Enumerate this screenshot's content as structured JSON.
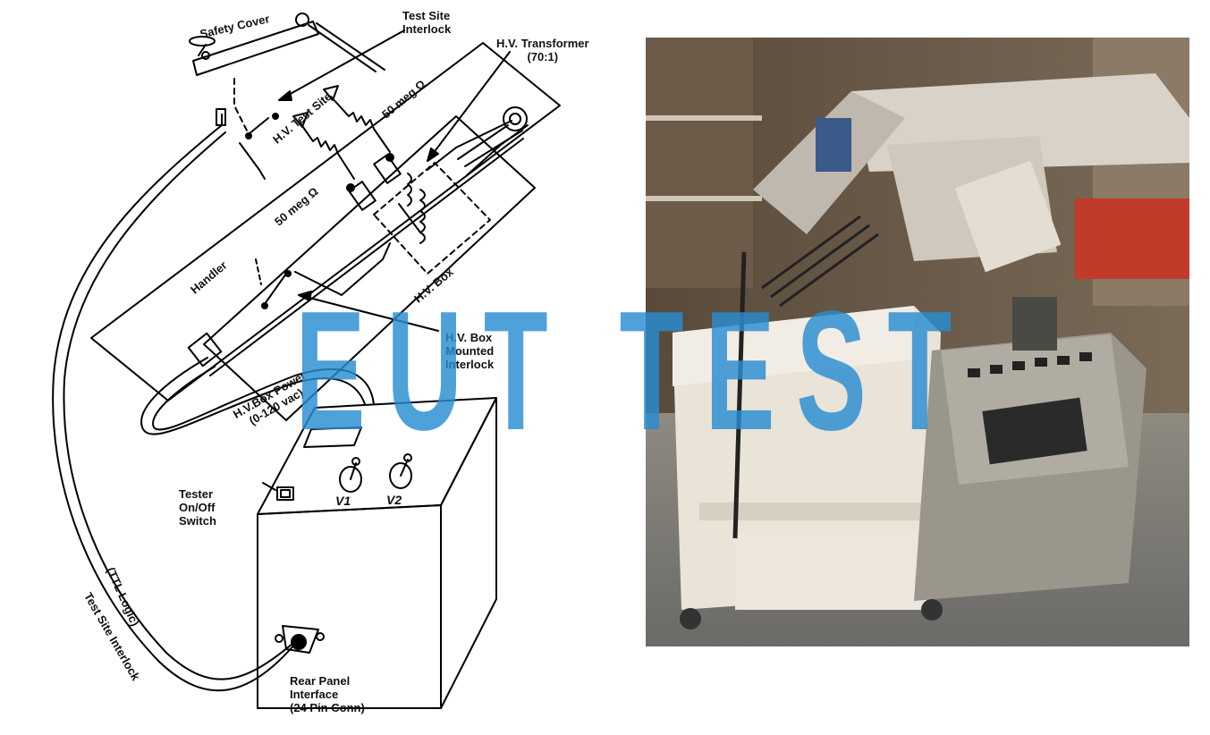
{
  "diagram": {
    "labels": {
      "safety_cover": "Safety Cover",
      "test_site_interlock_top": "Test Site\nInterlock",
      "hv_transformer": "H.V. Transformer\n(70:1)",
      "hv_test_site": "H.V. Test Site",
      "res_top": "50 meg Ω",
      "res_bottom": "50 meg Ω",
      "handler": "Handler",
      "hv_box": "H.V. Box",
      "hv_box_interlock": "H.V. Box\nMounted\nInterlock",
      "hv_box_power": "H.V.Box Power\n(0-120 vac)",
      "tester_switch": "Tester\nOn/Off\nSwitch",
      "v1": "V1",
      "v2": "V2",
      "ttl_logic": "(TTL Logic)",
      "test_site_interlock_cable": "Test Site Interlock",
      "rear_panel": "Rear Panel\nInterface\n(24 Pin Conn)"
    }
  },
  "watermark": {
    "text": "EUT TEST",
    "color": "#288cd2"
  }
}
